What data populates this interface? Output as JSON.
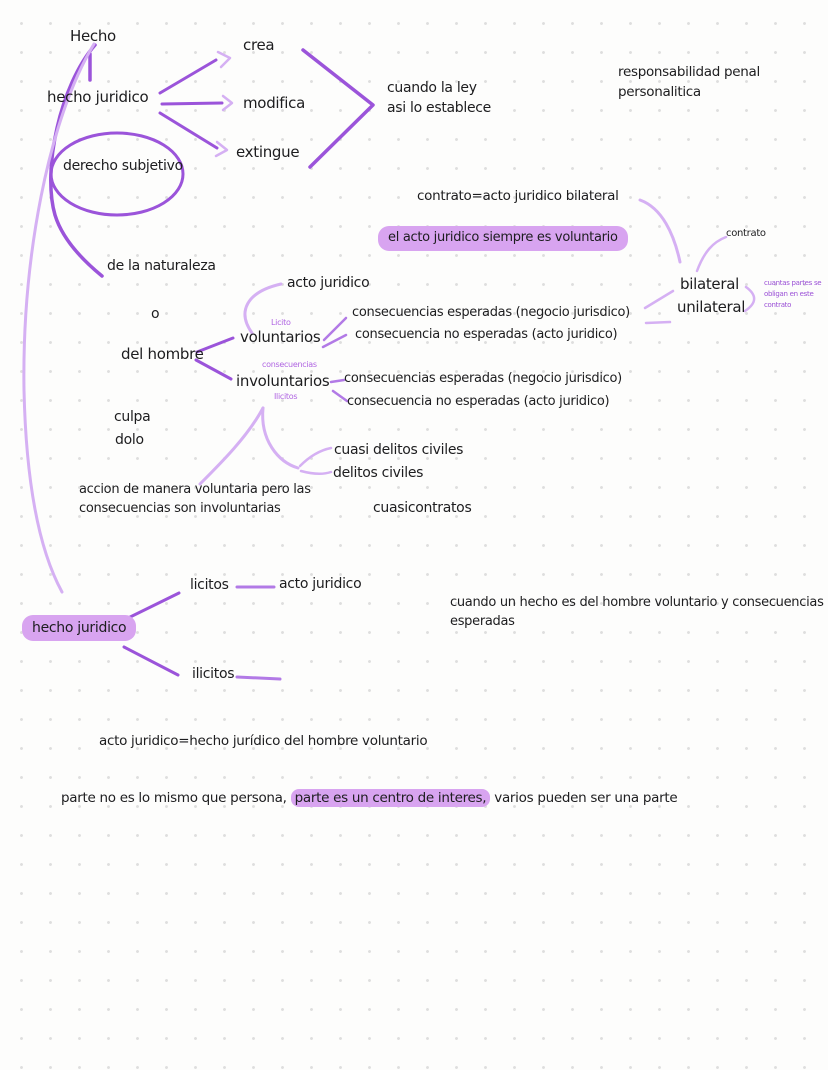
{
  "colors": {
    "stroke_dark": "#9b54da",
    "stroke_light": "#d5b0f3",
    "stroke_medium": "#b27ae6",
    "highlight": "#d8a4f0",
    "text": "#1d1d1f",
    "small_label_purple": "#b065e2"
  },
  "top_branch": {
    "hecho": "Hecho",
    "hecho_juridico": "hecho juridico",
    "crea": "crea",
    "modifica": "modifica",
    "extingue": "extingue",
    "cuando_la_ley": "cuando la ley\nasi lo establece",
    "responsabilidad": "responsabilidad penal\npersonalitica",
    "derecho_subjetivo": "derecho subjetivo"
  },
  "middle": {
    "contrato_equals": "contrato=acto juridico bilateral",
    "highlight_voluntario": "el acto juridico siempre es voluntario",
    "contrato_small": "contrato",
    "bilateral": "bilateral",
    "unilateral": "unilateral",
    "cuantas_partes": "cuantas partes se\nobligan en este\ncontrato",
    "de_la_naturaleza": "de la naturaleza",
    "o": "o",
    "del_hombre": "del hombre",
    "acto_juridico": "acto juridico",
    "licito_tag": "Licito",
    "voluntarios": "voluntarios",
    "consecuencias_tag": "consecuencias",
    "involuntarios": "involuntarios",
    "ilicitos_tag": "Ilicitos",
    "consecuencias_esperadas_1": "consecuencias esperadas (negocio jurisdico)",
    "consecuencia_no_esperadas_1": "consecuencia no esperadas (acto juridico)",
    "consecuencias_esperadas_2": "consecuencias esperadas (negocio jurisdico)",
    "consecuencia_no_esperadas_2": "consecuencia no esperadas (acto juridico)",
    "culpa": "culpa",
    "dolo": "dolo",
    "cuasi_delitos_civiles": "cuasi delitos civiles",
    "delitos_civiles": "delitos civiles",
    "accion": "accion de manera voluntaria pero las\nconsecuencias son involuntarias",
    "cuasicontratos": "cuasicontratos"
  },
  "bottom": {
    "licitos": "licitos",
    "acto_juridico": "acto juridico",
    "hecho_juridico": "hecho juridico",
    "ilicitos": "ilicitos",
    "cuando_un_hecho": "cuando un hecho es del hombre voluntario y consecuencias\nesperadas",
    "acto_equals": "acto juridico=hecho jurídico del hombre voluntario",
    "parte_prefix": "parte no es lo mismo que persona, ",
    "parte_highlight": "parte es un centro de interes,",
    "parte_suffix": " varios pueden ser una parte"
  }
}
